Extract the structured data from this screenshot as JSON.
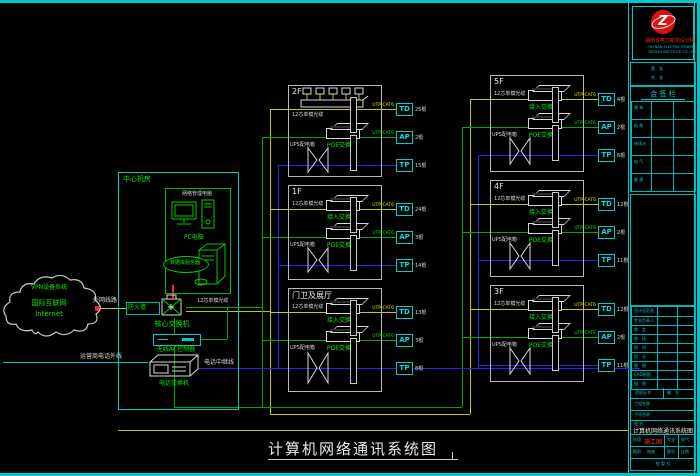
{
  "cloud": {
    "line1": "VPN设备系统",
    "line2": "国际互联网",
    "line3": "Internet"
  },
  "wan": {
    "line_label": "外网线路",
    "phone_line_label": "运营商电话外线",
    "trunk_label": "电话中继线"
  },
  "core": {
    "room_label": "中心机房",
    "mgmt_pc": "网络管理电脑",
    "pc_label": "PC电脑",
    "server_label": "数据库服务器",
    "firewall": "防火墙",
    "core_switch": "核心交换机",
    "ac_controller": "无线AC控制器",
    "pbx": "电话交换机",
    "fiber_label": "12芯单模光缆"
  },
  "floors": [
    {
      "name": "2F",
      "fiber": "12芯单模光缆",
      "dev1": "",
      "dev2": "POE交换机",
      "ups": "UPS配电箱",
      "td_cable": "UTP-CAT6",
      "td_tag": "TD",
      "td_count": "25根",
      "ap_cable": "UTP-CAT6",
      "ap_tag": "AP",
      "ap_count": "2根",
      "tp_tag": "TP",
      "tp_count": "15根"
    },
    {
      "name": "1F",
      "fiber": "12芯单模光缆",
      "dev1": "接入交换机",
      "dev2": "POE交换机",
      "ups": "UPS配电箱",
      "td_cable": "UTP-CAT6",
      "td_tag": "TD",
      "td_count": "24根",
      "ap_cable": "UTP-CAT6",
      "ap_tag": "AP",
      "ap_count": "3根",
      "tp_tag": "TP",
      "tp_count": "14根"
    },
    {
      "name": "门卫及展厅",
      "fiber": "12芯单模光缆",
      "dev1": "接入交换机",
      "dev2": "POE交换机",
      "ups": "UPS配电箱",
      "td_cable": "UTP-CAT6",
      "td_tag": "TD",
      "td_count": "13根",
      "ap_cable": "UTP-CAT6",
      "ap_tag": "AP",
      "ap_count": "3根",
      "tp_tag": "TP",
      "tp_count": "8根"
    },
    {
      "name": "5F",
      "fiber": "12芯单模光缆",
      "dev1": "接入交换机",
      "dev2": "POE交换机",
      "ups": "UPS配电箱",
      "td_cable": "UTP-CAT6",
      "td_tag": "TD",
      "td_count": "4根",
      "ap_cable": "UTP-CAT6",
      "ap_tag": "AP",
      "ap_count": "2根",
      "tp_tag": "TP",
      "tp_count": "6根"
    },
    {
      "name": "4F",
      "fiber": "12芯单模光缆",
      "dev1": "接入交换机",
      "dev2": "POE交换机",
      "ups": "UPS配电箱",
      "td_cable": "UTP-CAT6",
      "td_tag": "TD",
      "td_count": "12根",
      "ap_cable": "UTP-CAT6",
      "ap_tag": "AP",
      "ap_count": "2根",
      "tp_tag": "TP",
      "tp_count": "11根"
    },
    {
      "name": "3F",
      "fiber": "12芯单模光缆",
      "dev1": "接入交换机",
      "dev2": "POE交换机",
      "ups": "UPS配电箱",
      "td_cable": "UTP-CAT6",
      "td_tag": "TD",
      "td_count": "12根",
      "ap_cable": "UTP-CAT6",
      "ap_tag": "AP",
      "ap_count": "2根",
      "tp_tag": "TP",
      "tp_count": "11根"
    }
  ],
  "title_block": {
    "logo_letter": "Z",
    "company": "湖南省电力勘测设计院",
    "company_en": "HU NAN ELECTRIC POWER",
    "company_en2": "DESIGN INSTITUTE CO.,LTD",
    "sheet_note1": "第　张",
    "sheet_note2": "共　张",
    "sign_header": "会 签 栏",
    "sign_rows": [
      "建 筑",
      "结 构",
      "给排水",
      "电 气",
      "暖 通"
    ],
    "staff_rows": [
      "设计总负责",
      "专业负责人",
      "审　定",
      "审　核",
      "校　对",
      "设　计",
      "制　图",
      "CAD制图",
      "描　图"
    ],
    "cert_left": "资质证书",
    "cert_right": "编　号",
    "project_label": "工程名称",
    "subitem_label": "子项名称",
    "title_label": "图 名",
    "title": "计算机网络通讯系统图",
    "stage_label": "阶段",
    "stage": "施工图",
    "major_label": "专业",
    "major": "电气",
    "kind_label": "图别",
    "kind": "电施",
    "no_label": "图号",
    "scale_label": "比例",
    "archive": "档 案 号"
  },
  "bottom_title": "计算机网络通讯系统图",
  "colors": {
    "frame": "#00d0d0",
    "fiber": "#c8c800",
    "lan": "#00a800",
    "phone": "#2424ee",
    "wan_line": "#c8c800"
  }
}
